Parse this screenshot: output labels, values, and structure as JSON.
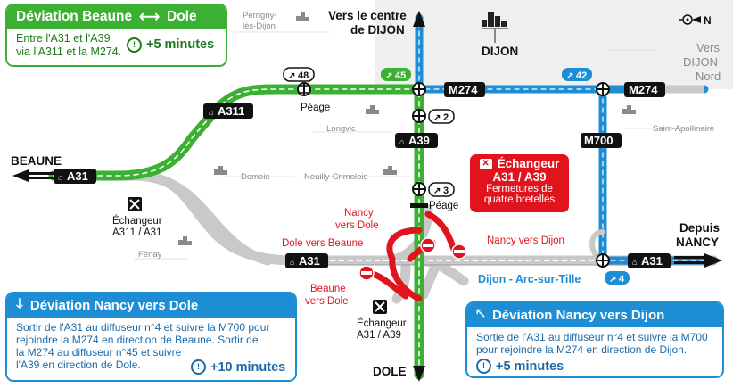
{
  "colors": {
    "green": "#3bb033",
    "blue": "#1d8ed6",
    "gray": "#c9c9c9",
    "red": "#e1141e",
    "grid": "#e3e3e3"
  },
  "icons": [
    "compass-north-icon",
    "city-buildings-icon",
    "toll-gate-icon",
    "interchange-icon",
    "motorway-icon",
    "exit-icon",
    "no-entry-icon",
    "clock-icon",
    "arrow-icon",
    "locality-icon"
  ],
  "legend_green": {
    "title_left": "Déviation Beaune",
    "title_right": "Dole",
    "line1": "Entre l'A31 et l'A39",
    "line2": "via l'A311 et la M274.",
    "time": "+5 minutes"
  },
  "legend_blue1": {
    "title": "Déviation Nancy vers Dole",
    "line1": "Sortir de l'A31 au diffuseur n°4 et suivre la M700 pour",
    "line2": "rejoindre la M274 en direction de Beaune. Sortir de",
    "line3": "la M274 au diffuseur n°45 et suivre",
    "line4": "l'A39 en direction de Dole.",
    "time": "+10 minutes"
  },
  "legend_blue2": {
    "title": "Déviation Nancy vers Dijon",
    "line1": "Sortie de l'A31 au diffuseur n°4 et suivre la M700",
    "line2": "pour rejoindre la M274 en direction de Dijon.",
    "time": "+5 minutes"
  },
  "closure": {
    "title1": "Échangeur",
    "title2": "A31 / A39",
    "line1": "Fermetures de",
    "line2": "quatre bretelles"
  },
  "labels": {
    "vers_centre_1": "Vers le centre",
    "vers_centre_2": "de DIJON",
    "dijon": "DIJON",
    "vers_dijon_nord_1": "Vers",
    "vers_dijon_nord_2": "DIJON",
    "vers_dijon_nord_3": "Nord",
    "beaune": "BEAUNE",
    "depuis": "Depuis",
    "nancy": "NANCY",
    "dole": "DOLE",
    "peage1": "Péage",
    "peage2": "Péage",
    "ech_a311_1": "Échangeur",
    "ech_a311_2": "A311 / A31",
    "ech_a39_1": "Échangeur",
    "ech_a39_2": "A31 / A39",
    "nancy_vers_dole_1": "Nancy",
    "nancy_vers_dole_2": "vers Dole",
    "dole_vers_beaune": "Dole vers Beaune",
    "nancy_vers_dijon": "Nancy vers Dijon",
    "beaune_vers_dole_1": "Beaune",
    "beaune_vers_dole_2": "vers Dole",
    "arc_sur_tille": "Dijon - Arc-sur-Tille",
    "compass_letter": "N"
  },
  "places": {
    "perrigny_1": "Perrigny-",
    "perrigny_2": "lès-Dijon",
    "longvic": "Longvic",
    "saint_apollinaire": "Saint-Apollinaire",
    "domois": "Domois",
    "neuilly": "Neuilly-Crimolois",
    "fenay": "Fénay"
  },
  "road_badges": {
    "a311": "A311",
    "a31_left": "A31",
    "a39_mid": "A39",
    "a31_bottom": "A31",
    "a31_right": "A31",
    "m274_1": "M274",
    "m274_2": "M274",
    "m700": "M700"
  },
  "exits": {
    "e48": "48",
    "e45": "45",
    "e42": "42",
    "e2": "2",
    "e3": "3",
    "e4": "4"
  }
}
